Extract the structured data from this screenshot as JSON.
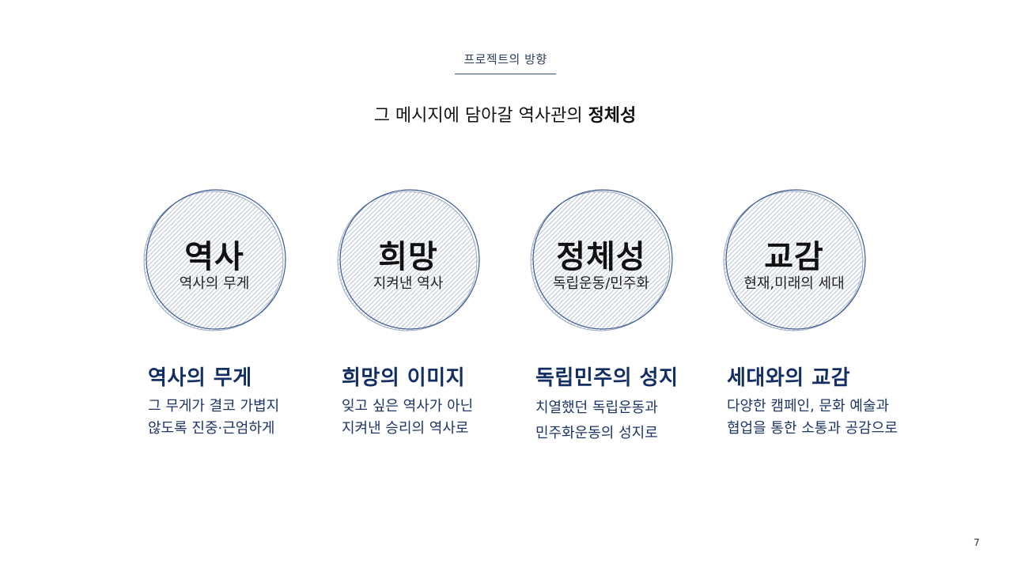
{
  "header": {
    "section_label": "프로젝트의 방향",
    "headline_prefix": "그 메시지에 담아갈 역사관의 ",
    "headline_bold": "정체성"
  },
  "circles": [
    {
      "title": "역사",
      "subtitle": "역사의 무게"
    },
    {
      "title": "희망",
      "subtitle": "지켜낸 역사"
    },
    {
      "title": "정체성",
      "subtitle": "독립운동/민주화"
    },
    {
      "title": "교감",
      "subtitle": "현재,미래의 세대"
    }
  ],
  "cards": [
    {
      "title": "역사의 무게",
      "lines": [
        "그 무게가 결코 가볍지",
        "않도록 진중·근엄하게"
      ]
    },
    {
      "title": "희망의 이미지",
      "lines": [
        "잊고 싶은 역사가 아닌",
        "지켜낸 승리의 역사로"
      ]
    },
    {
      "title": "독립민주의 성지",
      "lines": [
        "치열했던 독립운동과",
        "민주화운동의 성지로"
      ]
    },
    {
      "title": "세대와의 교감",
      "lines": [
        "다양한 캠페인, 문화 예술과",
        "협업을 통한 소통과 공감으로"
      ]
    }
  ],
  "footer": {
    "page_number": "7"
  },
  "colors": {
    "accent": "#132e63",
    "circle_fill": "#dfe5ee",
    "circle_stroke": "#4a6296"
  }
}
